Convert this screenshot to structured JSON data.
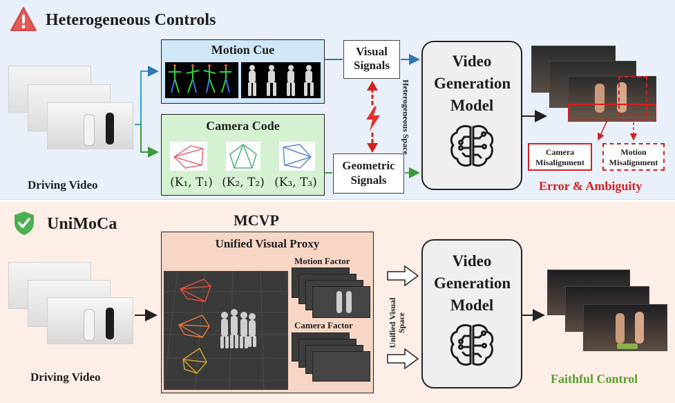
{
  "top": {
    "title": "Heterogeneous Controls",
    "driving_video_label": "Driving Video",
    "motion_cue": {
      "title": "Motion Cue"
    },
    "camera_code": {
      "title": "Camera Code",
      "params": [
        "(K₁, T₁)",
        "(K₂, T₂)",
        "(K₃, T₃)"
      ]
    },
    "visual_signals": "Visual Signals",
    "geometric_signals": "Geometric Signals",
    "heterogeneous_space": "Heterogeneous Space",
    "model": "Video Generation Model",
    "camera_misalignment": "Camera Misalignment",
    "motion_misalignment": "Motion Misalignment",
    "error_label": "Error & Ambiguity"
  },
  "bottom": {
    "title": "UniMoCa",
    "driving_video_label": "Driving Video",
    "mcvp_title": "MCVP",
    "proxy_title": "Unified Visual Proxy",
    "motion_factor": "Motion Factor",
    "camera_factor": "Camera Factor",
    "unified_space": "Unified Visual Space",
    "model": "Video Generation Model",
    "result_label": "Faithful Control"
  },
  "colors": {
    "top_bg": "#e9f0f9",
    "bottom_bg": "#fdeee8",
    "warning": "#e05a5a",
    "check": "#4caf50",
    "error_red": "#d32020",
    "faithful_green": "#5aa02c",
    "camera_pink": "#e26b76",
    "camera_green": "#4caf7a",
    "camera_blue": "#5b84d6"
  },
  "icons": {
    "warning": "warning-triangle-icon",
    "check": "shield-check-icon",
    "brain": "brain-circuit-icon",
    "lightning": "lightning-icon"
  }
}
